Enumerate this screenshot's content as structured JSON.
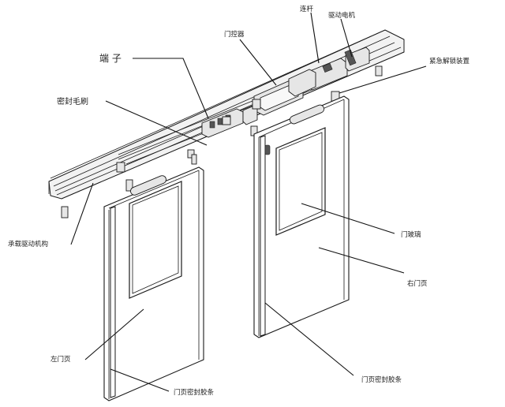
{
  "labels": {
    "connecting_rod": "连杆",
    "drive_motor": "驱动电机",
    "door_controller": "门控器",
    "terminal": "端  子",
    "emergency_unlock": "紧急解锁装置",
    "seal_brush": "密封毛刷",
    "carrier_drive": "承载驱动机构",
    "door_glass": "门玻璃",
    "right_leaf": "右门页",
    "left_leaf": "左门页",
    "seal_strip_left": "门页密封胶条",
    "seal_strip_right": "门页密封胶条"
  },
  "colors": {
    "line": "#111111",
    "background": "#ffffff"
  }
}
